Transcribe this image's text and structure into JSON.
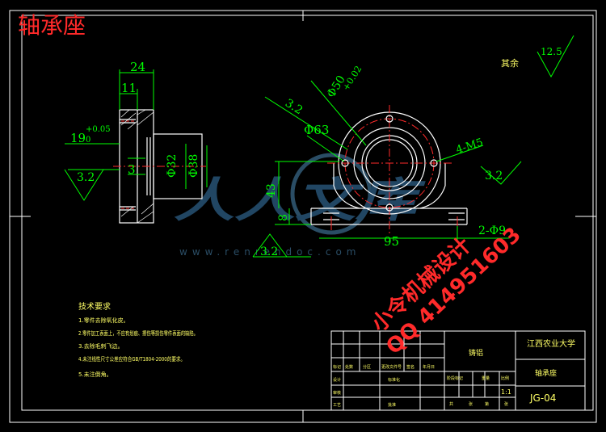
{
  "title": "轴承座",
  "dims": {
    "d24": "24",
    "d11": "11",
    "d19": "19",
    "tol19_up": "+0.05",
    "tol19_low": "0",
    "ra32_left": "3.2",
    "d3": "3",
    "phi32": "Φ32",
    "phi38": "Φ38",
    "phi50": "Φ50",
    "tol50": "+0.02",
    "phi63": "Φ63",
    "ra32_top": "3.2",
    "m5": "4-M5",
    "ra32_right": "3.2",
    "d43": "43",
    "d8": "8",
    "d95": "95",
    "ra32_bottom": "3.2",
    "phi9": "2-Φ9"
  },
  "rough": {
    "label": "其余",
    "value": "12.5"
  },
  "tech": {
    "title": "技术要求",
    "items": [
      "1.零件去除氧化皮。",
      "2.零件加工表面上，不应有划痕、擦伤等损伤零件表面的缺陷。",
      "3.去除毛刺飞边。",
      "4.未注线性尺寸公差应符合GB/T1804-2000的要求。",
      "5.未注倒角。"
    ]
  },
  "watermark": {
    "main": "人人文库",
    "url": "www.renrendoc.com",
    "red1": "小令机械设计",
    "red2": "QQ 414951603"
  },
  "titleblock": {
    "material": "铸铝",
    "school": "江西农业大学",
    "part": "轴承座",
    "scale": "1:1",
    "drawing_no": "JG-04",
    "row_labels": [
      "标记",
      "处数",
      "分区",
      "更改文件号",
      "签名",
      "年月日"
    ],
    "row2": [
      "设计",
      "标准化"
    ],
    "row3": [
      "审核"
    ],
    "row4": [
      "工艺",
      "批准"
    ],
    "right_labels": [
      "阶段标记",
      "重量",
      "比例"
    ],
    "sheet": [
      "共",
      "张",
      "第",
      "张"
    ]
  },
  "colors": {
    "green": "#00ff00",
    "red": "#ff2a2a",
    "white": "#ffffff",
    "yellow": "#ffff66",
    "cyan": "#5ab0e6"
  }
}
